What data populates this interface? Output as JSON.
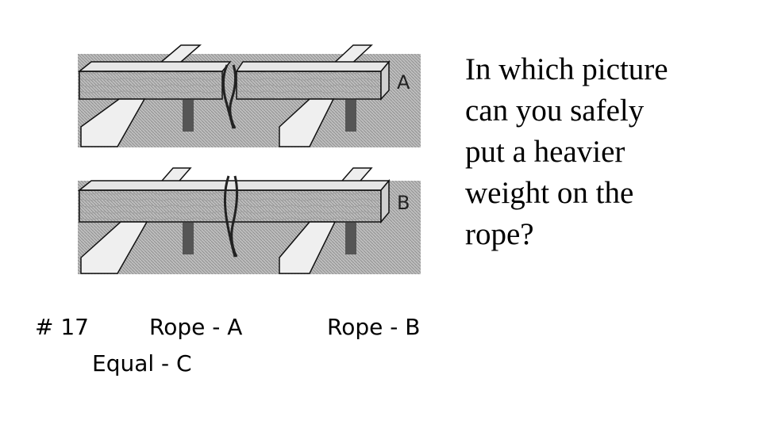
{
  "question": {
    "lines": [
      "In which picture",
      "can you safely",
      "put a heavier",
      "weight on the",
      "rope?"
    ]
  },
  "number": "# 17",
  "options": {
    "a": "Rope - A",
    "b": "Rope - B",
    "c": "Equal - C"
  },
  "figure": {
    "panel_a_label": "A",
    "panel_b_label": "B"
  }
}
